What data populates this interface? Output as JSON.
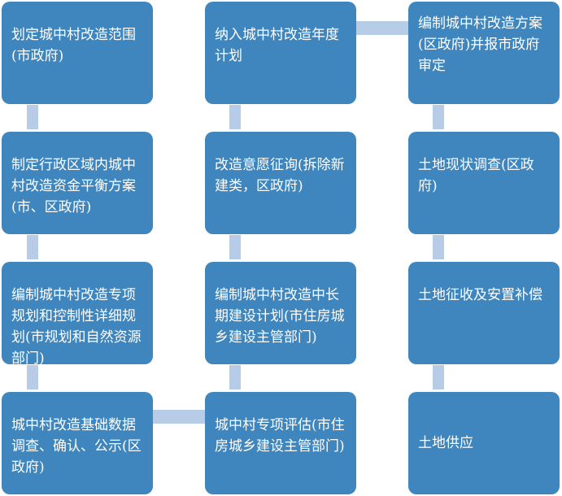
{
  "colors": {
    "box": "#3e86bd",
    "connector": "#b7cce6",
    "text": "#ffffff"
  },
  "steps": {
    "c1": [
      "划定城中村改造范围(市政府)",
      "制定行政区域内城中村改造资金平衡方案(市、区政府)",
      "编制城中村改造专项规划和控制性详细规划(市规划和自然资源部门)",
      "城中村改造基础数据调查、确认、公示(区政府)"
    ],
    "c2": [
      "纳入城中村改造年度计划",
      "改造意愿征询(拆除新建类，区政府)",
      "编制城中村改造中长期建设计划(市住房城乡建设主管部门)",
      "城中村专项评估(市住房城乡建设主管部门)"
    ],
    "c3": [
      "编制城中村改造方案(区政府)并报市政府审定",
      "土地现状调查(区政府)",
      "土地征收及安置补偿",
      "土地供应"
    ]
  }
}
